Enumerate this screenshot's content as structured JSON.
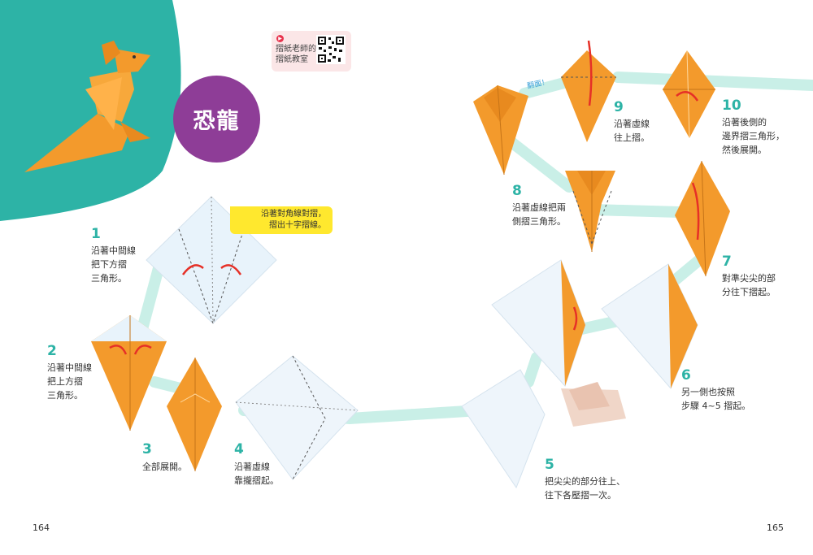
{
  "title": "恐龍",
  "qr": {
    "line1": "摺紙老師的",
    "line2": "摺紙教室"
  },
  "tip": {
    "line1": "沿著對角線對摺，",
    "line2": "摺出十字摺線。"
  },
  "flip_label": "翻面！",
  "steps": [
    {
      "num": "1",
      "text": "沿著中間線\n把下方摺\n三角形。"
    },
    {
      "num": "2",
      "text": "沿著中間線\n把上方摺\n三角形。"
    },
    {
      "num": "3",
      "text": "全部展開。"
    },
    {
      "num": "4",
      "text": "沿著虛線\n靠攏摺起。"
    },
    {
      "num": "5",
      "text": "把尖尖的部分往上、\n往下各壓摺一次。"
    },
    {
      "num": "6",
      "text": "另一側也按照\n步驟 4~5 摺起。"
    },
    {
      "num": "7",
      "text": "對準尖尖的部\n分往下摺起。"
    },
    {
      "num": "8",
      "text": "沿著虛線把兩\n側摺三角形。"
    },
    {
      "num": "9",
      "text": "沿著虛線\n往上摺。"
    },
    {
      "num": "10",
      "text": "沿著後側的\n邊界摺三角形，\n然後展開。"
    }
  ],
  "page_left": "164",
  "page_right": "165",
  "colors": {
    "teal": "#2db3a6",
    "purple": "#8e3d97",
    "orange": "#f39a2c",
    "path": "#c9efe7",
    "yellow": "#ffe82e"
  }
}
